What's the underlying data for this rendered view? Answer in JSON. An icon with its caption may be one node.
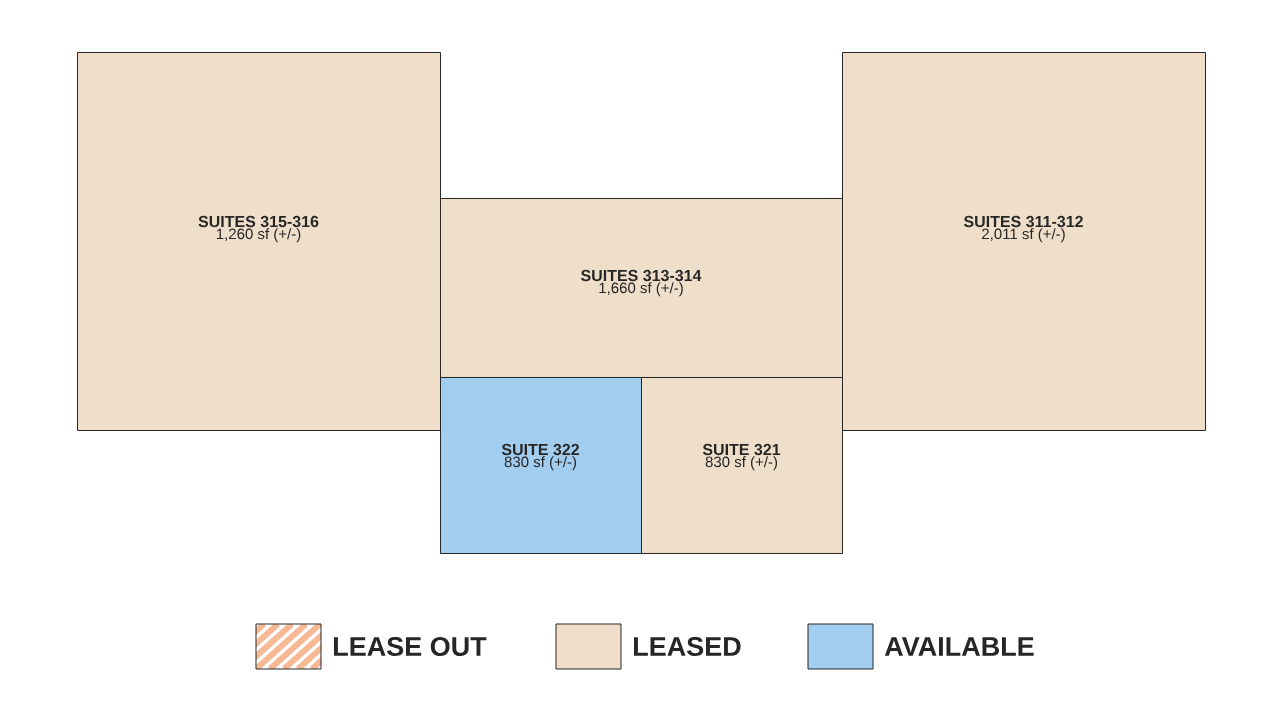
{
  "diagram": {
    "nodes": [
      {
        "text": [
          "SUITES 315-316",
          "1,260 sf (+/-)"
        ]
      },
      {
        "text": [
          "SUITES 313-314",
          "1,660 sf (+/-)"
        ]
      },
      {
        "text": [
          "SUITES 311-312",
          "2,011 sf (+/-)"
        ]
      },
      {
        "text": [
          "SUITE 322",
          "830 sf (+/-)"
        ]
      },
      {
        "text": [
          "SUITE 321",
          "830 sf (+/-)"
        ]
      }
    ],
    "legend": [
      {
        "text": "LEASE OUT"
      },
      {
        "text": "LEASED",
        "color": "#efdfca"
      },
      {
        "text": "AVAILABLE",
        "color": "#a3cdee"
      }
    ]
  }
}
